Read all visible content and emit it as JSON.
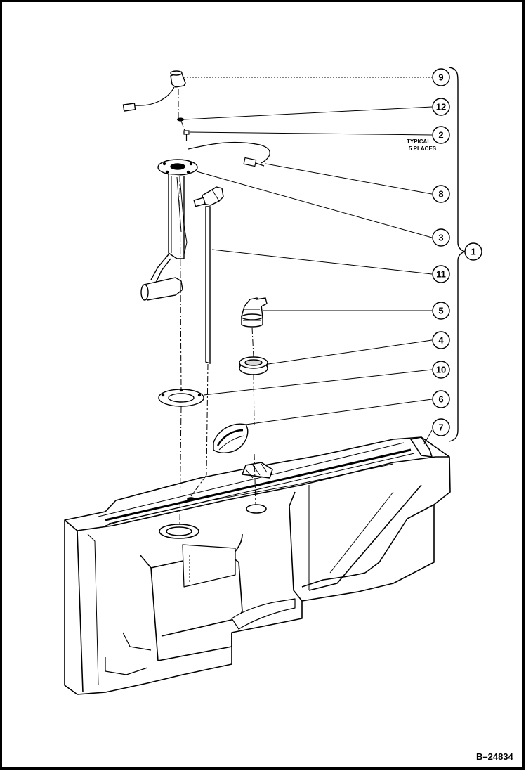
{
  "figure": {
    "id_label": "B–24834",
    "note_lines": [
      "TYPICAL",
      "5 PLACES"
    ]
  },
  "callouts": [
    {
      "num": "9"
    },
    {
      "num": "12"
    },
    {
      "num": "2"
    },
    {
      "num": "8"
    },
    {
      "num": "3"
    },
    {
      "num": "1"
    },
    {
      "num": "11"
    },
    {
      "num": "5"
    },
    {
      "num": "4"
    },
    {
      "num": "10"
    },
    {
      "num": "6"
    },
    {
      "num": "7"
    }
  ],
  "colors": {
    "line": "#000000",
    "fill": "#ffffff",
    "shade": "#d9d9d9"
  }
}
